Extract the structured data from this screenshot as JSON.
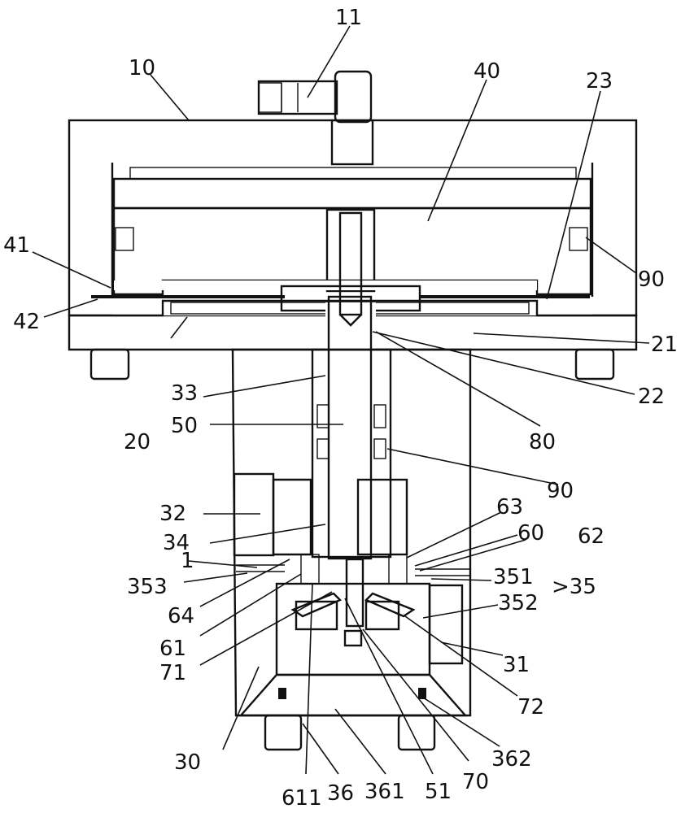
{
  "figure": {
    "labels": [
      {
        "key": "l10",
        "text": "10"
      },
      {
        "key": "l11",
        "text": "11"
      },
      {
        "key": "l40",
        "text": "40"
      },
      {
        "key": "l23",
        "text": "23"
      },
      {
        "key": "l41",
        "text": "41"
      },
      {
        "key": "l42",
        "text": "42"
      },
      {
        "key": "l90a",
        "text": "90"
      },
      {
        "key": "l21",
        "text": "21"
      },
      {
        "key": "l22",
        "text": "22"
      },
      {
        "key": "l33",
        "text": "33"
      },
      {
        "key": "l50",
        "text": "50"
      },
      {
        "key": "l20",
        "text": "20"
      },
      {
        "key": "l80",
        "text": "80"
      },
      {
        "key": "l90b",
        "text": "90"
      },
      {
        "key": "l32",
        "text": "32"
      },
      {
        "key": "l63",
        "text": "63"
      },
      {
        "key": "l34",
        "text": "34"
      },
      {
        "key": "l60",
        "text": "60"
      },
      {
        "key": "l62",
        "text": "62"
      },
      {
        "key": "l1",
        "text": "1"
      },
      {
        "key": "l353",
        "text": "353"
      },
      {
        "key": "l351",
        "text": "351"
      },
      {
        "key": "l35",
        "text": "35"
      },
      {
        "key": "l352",
        "text": "352"
      },
      {
        "key": "l64",
        "text": "64"
      },
      {
        "key": "l61",
        "text": "61"
      },
      {
        "key": "l31",
        "text": "31"
      },
      {
        "key": "l71",
        "text": "71"
      },
      {
        "key": "l72",
        "text": "72"
      },
      {
        "key": "l30",
        "text": "30"
      },
      {
        "key": "l362",
        "text": "362"
      },
      {
        "key": "l611",
        "text": "611"
      },
      {
        "key": "l36",
        "text": "36"
      },
      {
        "key": "l361",
        "text": "361"
      },
      {
        "key": "l51",
        "text": "51"
      },
      {
        "key": "l70",
        "text": "70"
      }
    ]
  }
}
